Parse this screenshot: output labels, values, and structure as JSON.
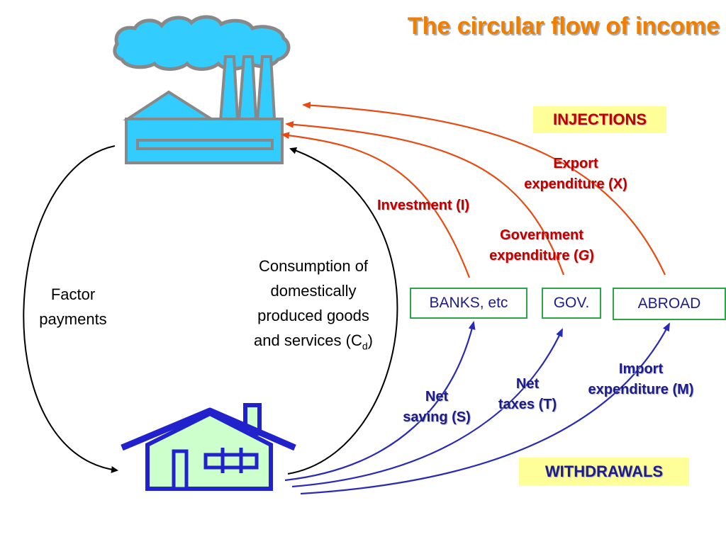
{
  "title": "The circular flow of income",
  "injections_label": "INJECTIONS",
  "withdrawals_label": "WITHDRAWALS",
  "factor_payments": [
    "Factor",
    "payments"
  ],
  "consumption": {
    "line1": "Consumption of",
    "line2": "domestically",
    "line3": "produced goods",
    "line4_prefix": "and services (C",
    "line4_sub": "d",
    "line4_suffix": ")"
  },
  "injections": {
    "investment": "Investment (I)",
    "government": {
      "line1": "Government",
      "line2_prefix": "expenditure (",
      "line2_italic": "G",
      "line2_suffix": ")"
    },
    "export": {
      "line1": "Export",
      "line2": "expenditure (X)"
    }
  },
  "withdrawals": {
    "saving": {
      "line1": "Net",
      "line2": "saving (S)"
    },
    "taxes": {
      "line1": "Net",
      "line2": "taxes (T)"
    },
    "import": {
      "line1": "Import",
      "line2": "expenditure (M)"
    }
  },
  "boxes": {
    "banks": "BANKS, etc",
    "gov": "GOV.",
    "abroad": "ABROAD"
  },
  "icons": {
    "factory": "factory-icon",
    "house": "house-icon"
  },
  "colors": {
    "title": "#f07f00",
    "injections": "#c00000",
    "injection_arrows": "#e84a10",
    "withdrawals": "#1c1c8a",
    "withdrawal_arrows": "#2a2ab8",
    "tag_background": "#ffff99",
    "factory": "#33ccff",
    "house_fill": "#ccffcc",
    "house_outline": "#2222cc",
    "box_border": "#2aa54a"
  }
}
